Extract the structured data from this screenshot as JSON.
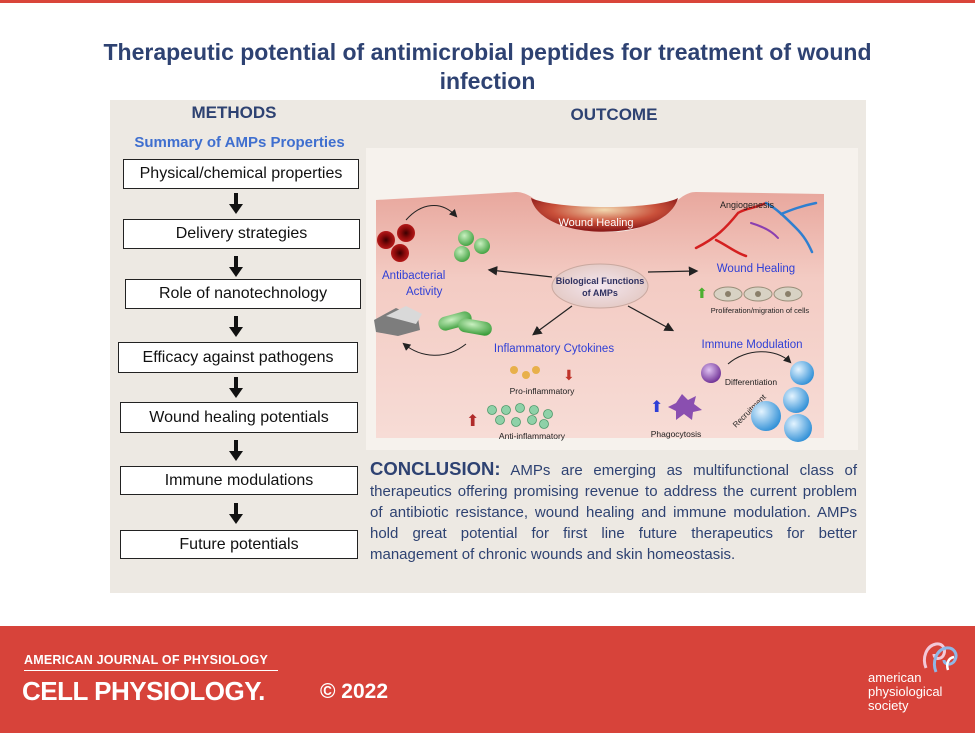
{
  "title": "Therapeutic potential of antimicrobial peptides for treatment of wound infection",
  "methods": {
    "heading": "METHODS",
    "subheading": "Summary of AMPs Properties",
    "steps": [
      "Physical/chemical properties",
      "Delivery strategies",
      "Role of nanotechnology",
      "Efficacy against pathogens",
      "Wound healing potentials",
      "Immune modulations",
      "Future potentials"
    ]
  },
  "outcome": {
    "heading": "OUTCOME",
    "figure": {
      "wound_healing_top": "Wound Healing",
      "angiogenesis": "Angiogenesis",
      "wound_healing_right": "Wound Healing",
      "center_line1": "Biological Functions",
      "center_line2": "of AMPs",
      "antibacterial_line1": "Antibacterial",
      "antibacterial_line2": "Activity",
      "proliferation": "Proliferation/migration of cells",
      "inflammatory_cytokines": "Inflammatory Cytokines",
      "immune_modulation": "Immune Modulation",
      "pro_inflammatory": "Pro-inflammatory",
      "differentiation": "Differentiation",
      "anti_inflammatory": "Anti-inflammatory",
      "phagocytosis": "Phagocytosis",
      "recruitment": "Recruitment"
    }
  },
  "conclusion": {
    "lead": "CONCLUSION:",
    "text": "AMPs are emerging as multifunctional class of therapeutics offering promising revenue to address the current problem of antibiotic resistance, wound healing and immune modulation. AMPs hold great potential for first line future therapeutics for better management of chronic wounds and skin homeostasis."
  },
  "footer": {
    "journal_line1": "AMERICAN JOURNAL OF PHYSIOLOGY",
    "journal_line2": "CELL PHYSIOLOGY.",
    "copyright": "© 2022",
    "society_line1": "american",
    "society_line2": "physiological",
    "society_line3": "society"
  },
  "colors": {
    "title": "#2e4272",
    "accent_blue": "#3f6fcf",
    "footer_red": "#d7433a",
    "panel": "#ede9e3"
  }
}
